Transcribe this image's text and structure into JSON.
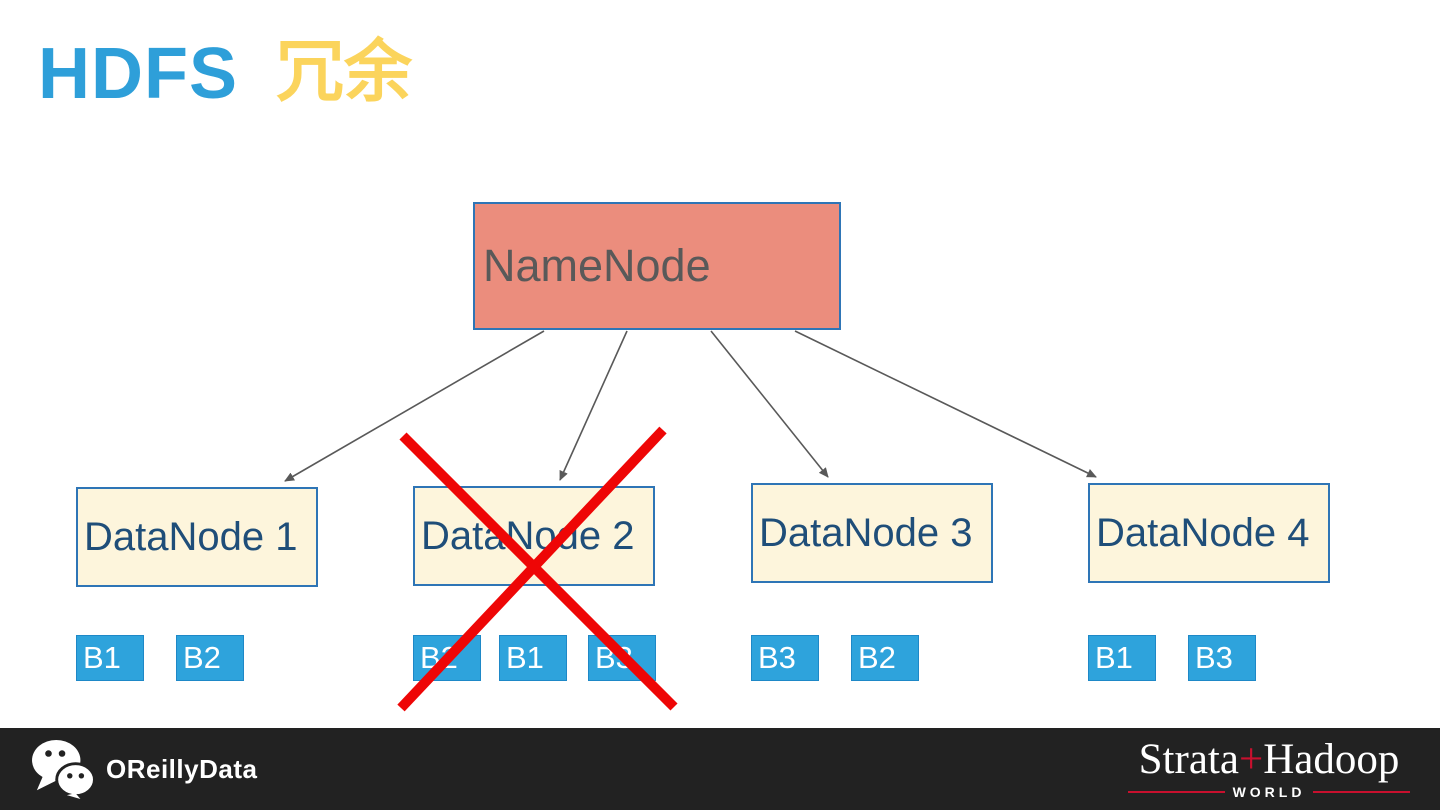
{
  "slide": {
    "title": {
      "main": "HDFS",
      "sub": "冗余"
    },
    "colors": {
      "title_blue": "#2E9FD9",
      "title_yellow": "#FBD45C",
      "namenode_fill": "#EB8D7D",
      "node_border_blue": "#2E75B6",
      "datanode_fill": "#FDF5DC",
      "datanode_text": "#1F4E79",
      "namenode_text": "#595959",
      "block_fill": "#2EA3DC",
      "block_text": "#FFFFFF",
      "arrow_gray": "#595959",
      "failure_cross_red": "#EE0606",
      "footer_bg": "#222222",
      "brand_red": "#C8102E"
    },
    "diagram": {
      "namenode": {
        "label": "NameNode"
      },
      "datanodes": [
        {
          "label": "DataNode 1",
          "blocks": [
            "B1",
            "B2"
          ],
          "failed": false
        },
        {
          "label": "DataNode 2",
          "blocks": [
            "B2",
            "B1",
            "B3"
          ],
          "failed": true
        },
        {
          "label": "DataNode 3",
          "blocks": [
            "B3",
            "B2"
          ],
          "failed": false
        },
        {
          "label": "DataNode 4",
          "blocks": [
            "B1",
            "B3"
          ],
          "failed": false
        }
      ]
    },
    "footer": {
      "left_brand": "OReillyData",
      "right_logo": {
        "part1": "Strata",
        "plus": "+",
        "part2": "Hadoop",
        "subtitle": "WORLD"
      }
    }
  }
}
